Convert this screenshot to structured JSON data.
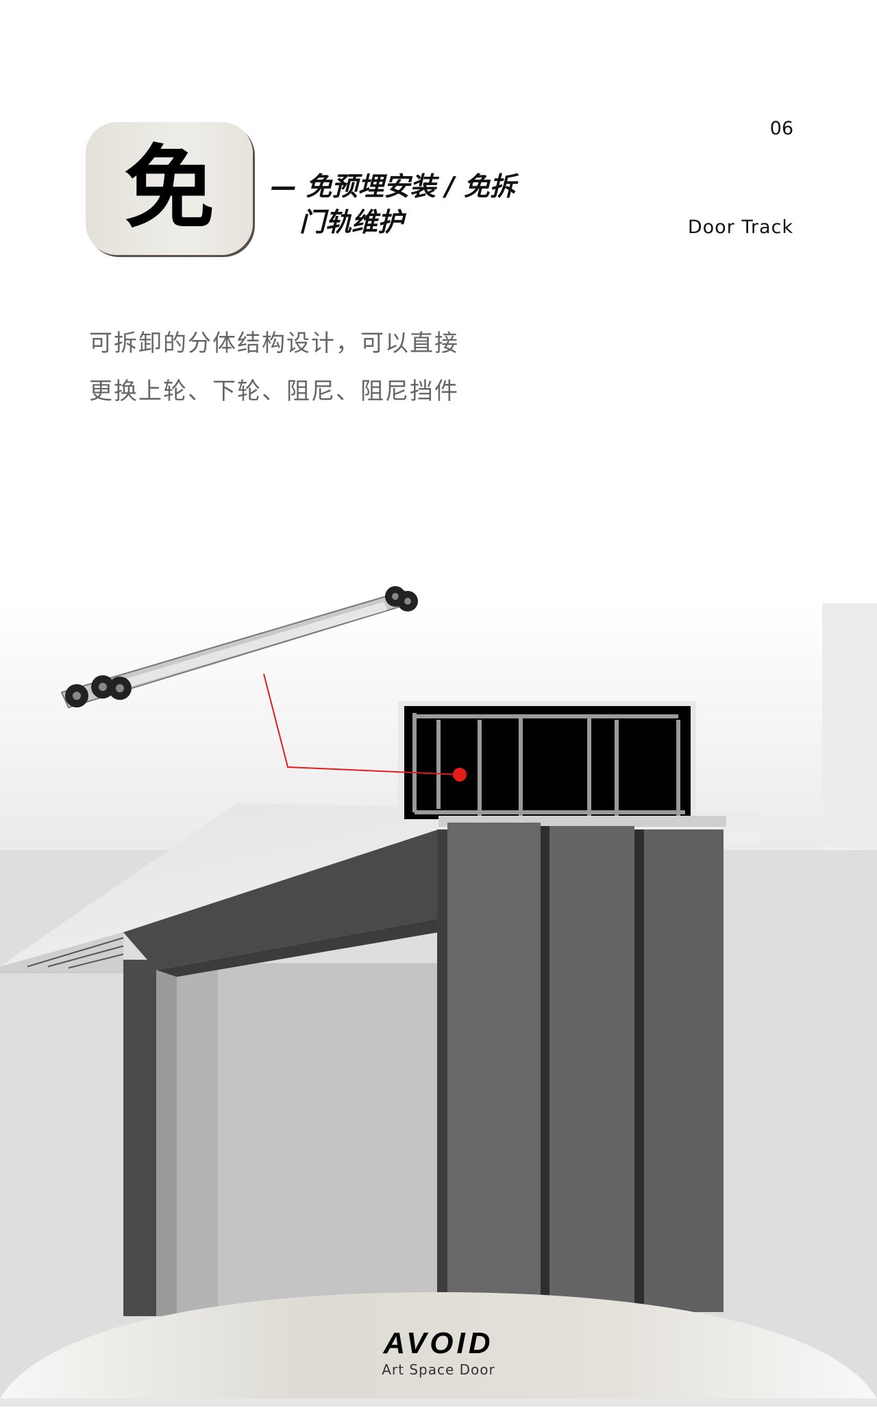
{
  "header": {
    "badge_char": "免",
    "title_line1": "— 免预埋安装 / 免拆",
    "title_line2": "门轨维护",
    "page_number": "06",
    "subtitle": "Door Track"
  },
  "description": {
    "line1": "可拆卸的分体结构设计，可以直接",
    "line2": "更换上轮、下轮、阻尼、阻尼挡件"
  },
  "footer": {
    "brand": "AVOID",
    "tagline": "Art Space Door"
  },
  "colors": {
    "accent": "#e41c1c",
    "badge": "#e9e6e0",
    "door": "#5f5f5f"
  }
}
